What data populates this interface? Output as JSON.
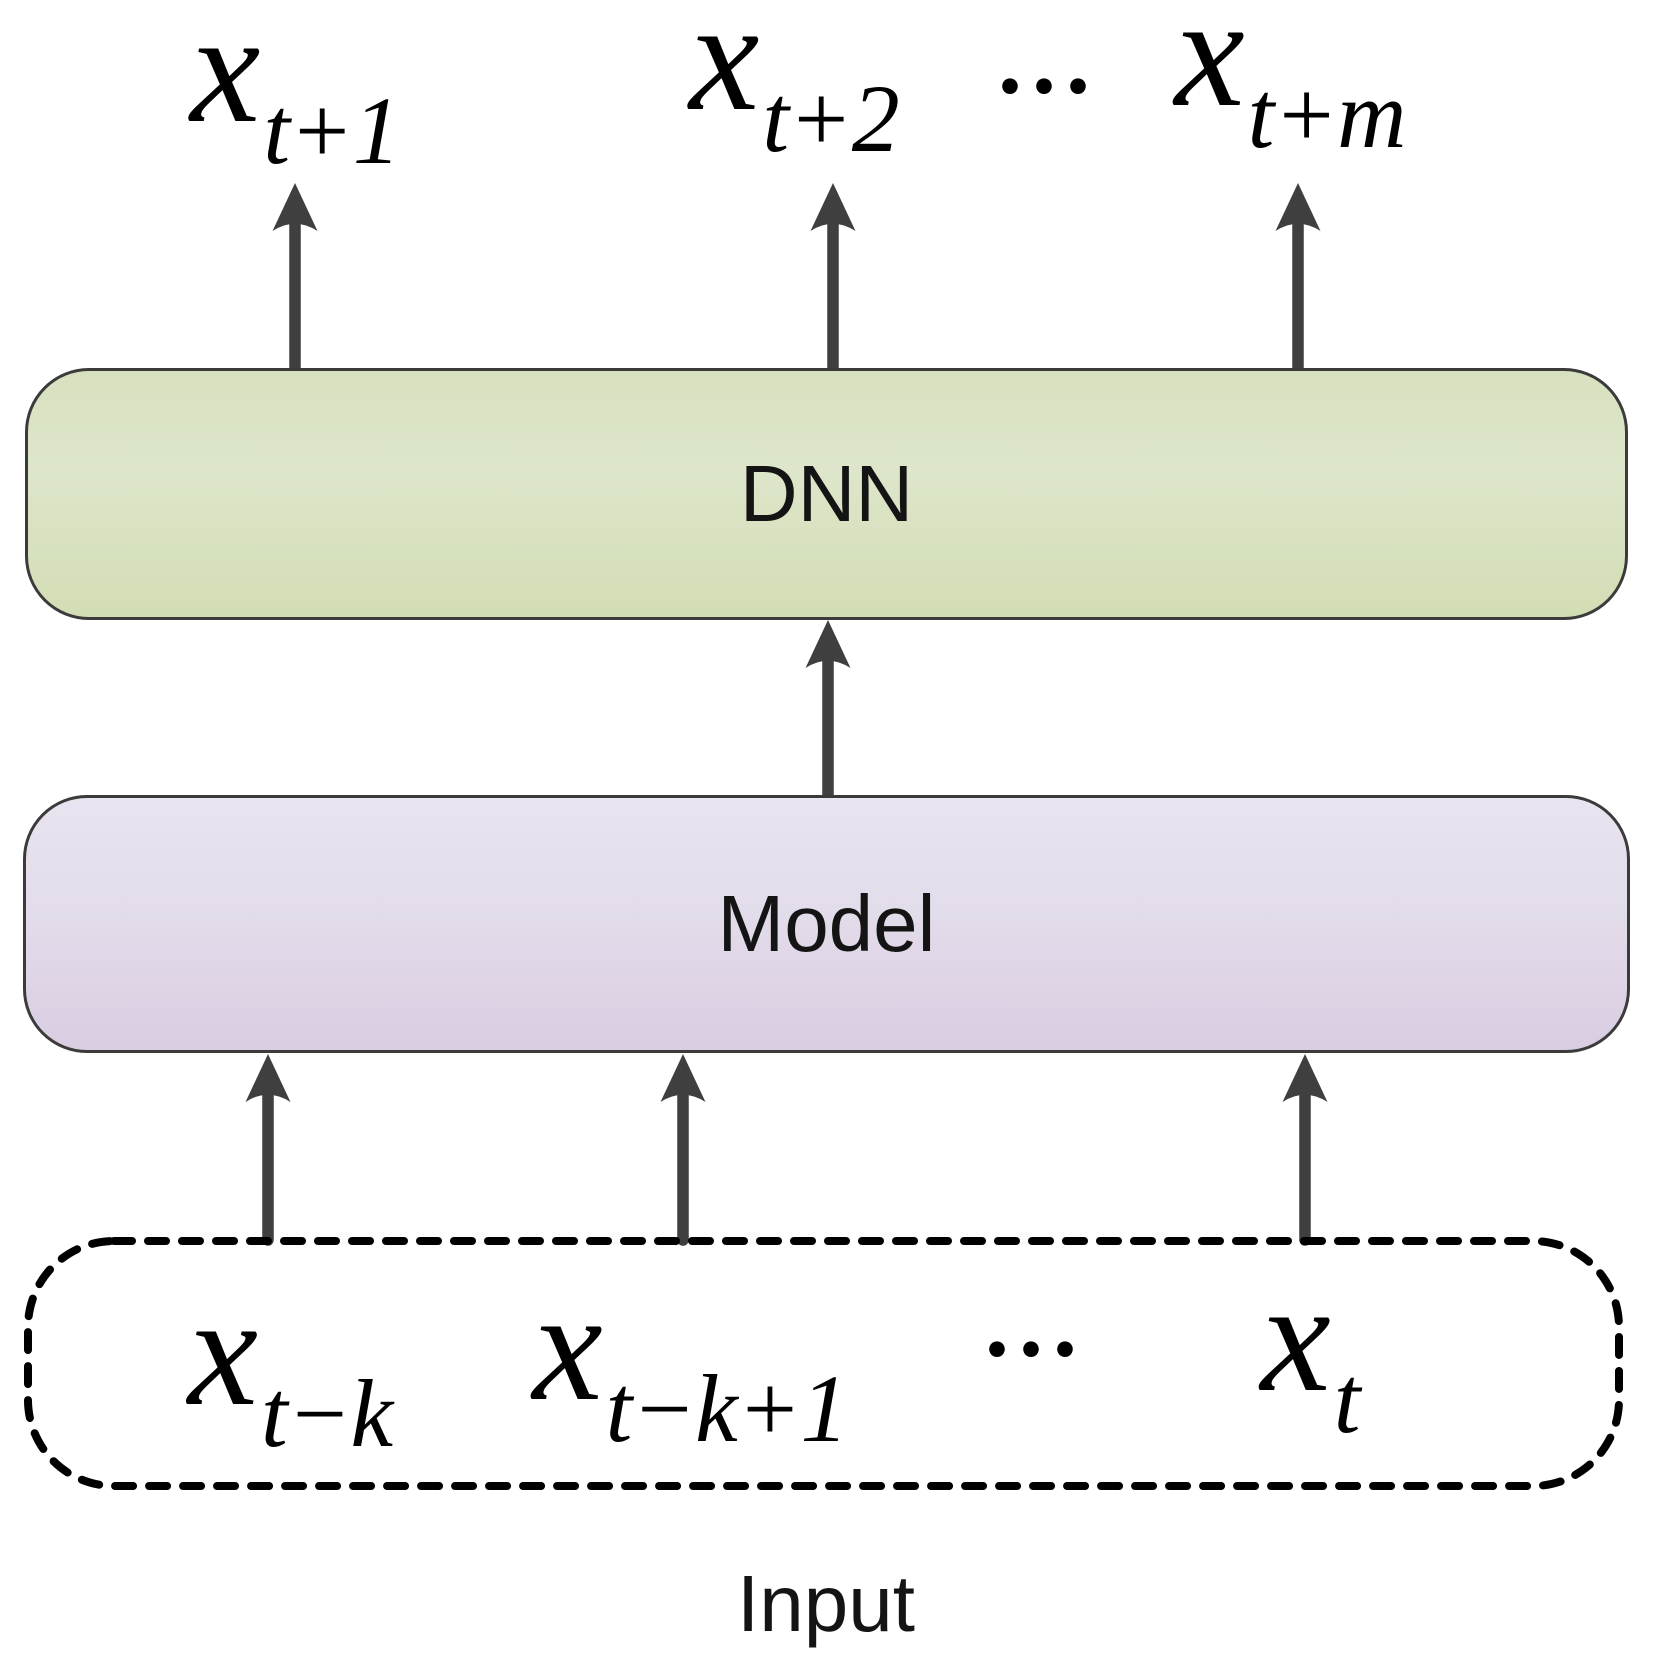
{
  "figure": {
    "type": "diagram",
    "description": "Multi-step time-series forecasting block diagram: dashed input window feeds a Model, which feeds a DNN producing future predictions"
  },
  "outputs": {
    "labels": [
      {
        "base": "x",
        "sub": "t+1"
      },
      {
        "base": "x",
        "sub": "t+2"
      },
      {
        "base": "x",
        "sub": "t+m"
      }
    ],
    "ellipsis": "···"
  },
  "blocks": {
    "dnn": "DNN",
    "model": "Model"
  },
  "inputs": {
    "labels": [
      {
        "base": "x",
        "sub": "t−k"
      },
      {
        "base": "x",
        "sub": "t−k+1"
      },
      {
        "base": "x",
        "sub": "t"
      }
    ],
    "ellipsis": "···",
    "caption": "Input"
  },
  "colors": {
    "background": "#ffffff",
    "dnn_fill_top": "#d7e1bf",
    "dnn_fill_bottom": "#d2ddb4",
    "model_fill_top": "#e9e4f0",
    "model_fill_bottom": "#d9cde2",
    "box_border": "#3b3b3b",
    "arrow": "#3f3f3f",
    "dashed_border": "#000000",
    "text": "#000000"
  }
}
